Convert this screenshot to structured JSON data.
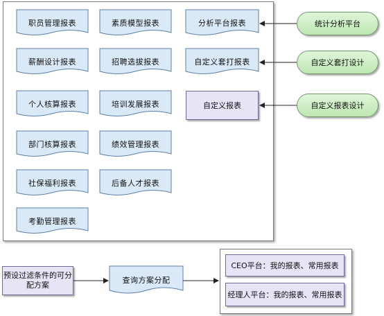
{
  "reports": {
    "col1": [
      "职员管理报表",
      "薪酬设计报表",
      "个人核算报表",
      "部门核算报表",
      "社保福利报表",
      "考勤管理报表"
    ],
    "col2": [
      "素质模型报表",
      "招聘选拔报表",
      "培训发展报表",
      "绩效管理报表",
      "后备人才报表"
    ],
    "col3": [
      "分析平台报表",
      "自定义套打报表"
    ],
    "custom_report": "自定义报表"
  },
  "tools": [
    "统计分析平台",
    "自定义套打设计",
    "自定义报表设计"
  ],
  "bottom_flow": {
    "preset": "预设过滤条件的可分配方案",
    "query_dist": "查询方案分配",
    "ceo_platform": "CEO平台：我的报表、常用报表",
    "manager_platform": "经理人平台：我的报表、常用报表"
  },
  "colors": {
    "doc_fill": "#d9e9f8",
    "doc_border": "#5b7fa6",
    "process_fill": "#e7e4f6",
    "tool_fill": "#c8ecbf",
    "arrow": "#222222"
  }
}
